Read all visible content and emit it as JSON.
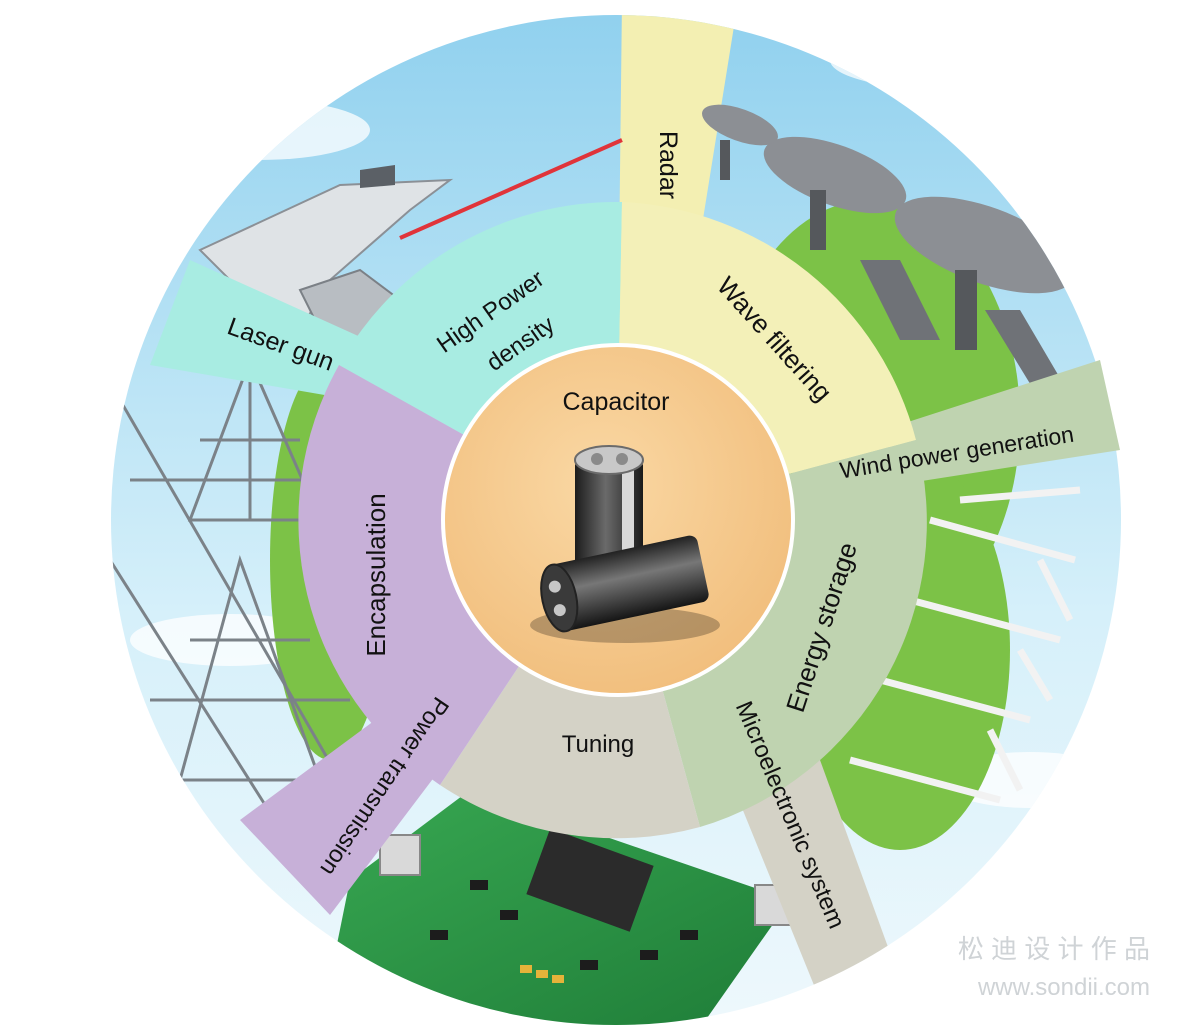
{
  "center": {
    "title": "Capacitor"
  },
  "functions": {
    "high_power_line1": "High Power",
    "high_power_line2": "density",
    "wave_filtering": "Wave filtering",
    "energy_storage": "Energy storage",
    "tuning": "Tuning",
    "encapsulation": "Encapsulation"
  },
  "applications": {
    "radar": "Radar",
    "wind_power": "Wind power generation",
    "microelectronic": "Microelectronic system",
    "power_transmission": "Power transmission",
    "laser_gun": "Laser gun"
  },
  "watermark": {
    "brand": "松 迪 设 计 作 品",
    "url": "www.sondii.com"
  },
  "colors": {
    "center_fill": "#f6c889",
    "high_power": "#a8ece2",
    "wave_filtering": "#f3f0b8",
    "energy_storage": "#bfd3b0",
    "tuning": "#d4d2c6",
    "encapsulation": "#c7b0d8",
    "sky": "#bfe6f5",
    "grass": "#7cc247",
    "pcb": "#2e9a48"
  }
}
